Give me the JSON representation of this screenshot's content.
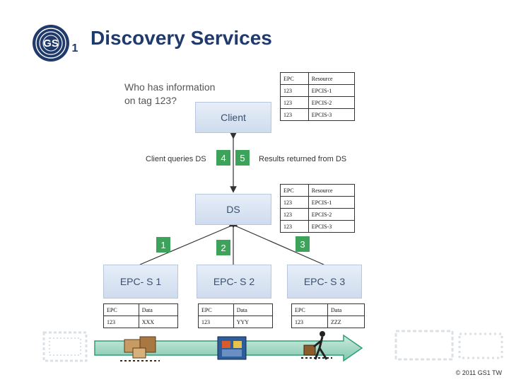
{
  "header": {
    "logo_text": "GS1",
    "title": "Discovery Services"
  },
  "question": {
    "line1": "Who has information",
    "line2": "on tag 123?"
  },
  "nodes": {
    "client": "Client",
    "ds": "DS",
    "epcs1": "EPC- S 1",
    "epcs2": "EPC- S 2",
    "epcs3": "EPC- S 3"
  },
  "steps": {
    "client_queries": "Client queries DS",
    "results_returned": "Results returned from DS",
    "badges": [
      "1",
      "2",
      "3",
      "4",
      "5"
    ]
  },
  "client_table": {
    "headers": [
      "EPC",
      "Resource"
    ],
    "rows": [
      [
        "123",
        "EPCIS-1"
      ],
      [
        "123",
        "EPCIS-2"
      ],
      [
        "123",
        "EPCIS-3"
      ]
    ]
  },
  "ds_table": {
    "headers": [
      "EPC",
      "Resource"
    ],
    "rows": [
      [
        "123",
        "EPCIS-1"
      ],
      [
        "123",
        "EPCIS-2"
      ],
      [
        "123",
        "EPCIS-3"
      ]
    ]
  },
  "epc_tables": [
    {
      "headers": [
        "EPC",
        "Data"
      ],
      "row": [
        "123",
        "XXX"
      ]
    },
    {
      "headers": [
        "EPC",
        "Data"
      ],
      "row": [
        "123",
        "YYY"
      ]
    },
    {
      "headers": [
        "EPC",
        "Data"
      ],
      "row": [
        "123",
        "ZZZ"
      ]
    }
  ],
  "footer": {
    "copyright": "© 2011 GS1 TW"
  },
  "colors": {
    "brand": "#1f3a6b",
    "node_fill": "#dbe5f2",
    "badge": "#3ea35a",
    "arrow": "#2e9f74"
  }
}
